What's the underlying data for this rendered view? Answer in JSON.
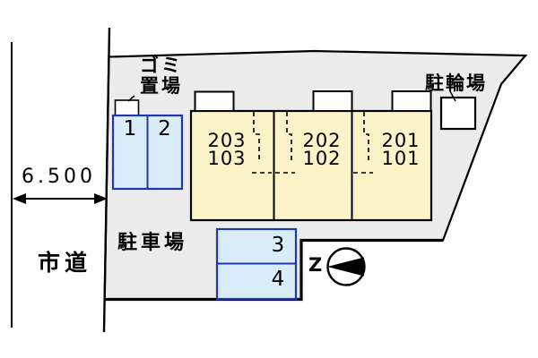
{
  "plan": {
    "road": {
      "label": "市道",
      "dimension": "6.500"
    },
    "garbage_area": {
      "label_line1": "ゴミ",
      "label_line2": "置場"
    },
    "bicycle_area": {
      "label": "駐輪場"
    },
    "parking_area": {
      "label": "駐車場",
      "stalls": [
        "1",
        "2",
        "3",
        "4"
      ]
    },
    "building": {
      "units": [
        {
          "upper": "203",
          "lower": "103"
        },
        {
          "upper": "202",
          "lower": "102"
        },
        {
          "upper": "201",
          "lower": "101"
        }
      ]
    },
    "north_mark": {
      "label": "Z"
    },
    "colors": {
      "site_fill": "#ECECEC",
      "building_fill": "#FBF4C8",
      "stall_fill": "#D9EDF9",
      "stall_border": "#2236B0",
      "line": "#000000"
    }
  }
}
